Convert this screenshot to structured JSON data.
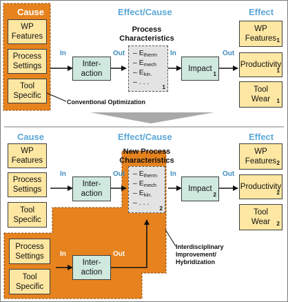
{
  "top": {
    "header_cause": "Cause",
    "header_effect_cause": "Effect/Cause",
    "header_effect": "Effect",
    "causes": [
      "WP\nFeatures",
      "Process\nSettings",
      "Tool\nSpecific"
    ],
    "interaction": "Inter-\naction",
    "in_label": "In",
    "out_label": "Out",
    "process_title": "Process\nCharacteristics",
    "process_items": [
      {
        "prefix": "– E",
        "sub": "therm"
      },
      {
        "prefix": "– E",
        "sub": "mech"
      },
      {
        "prefix": "– E",
        "sub": "kin."
      },
      {
        "prefix": "– . . .",
        "sub": ""
      }
    ],
    "process_index": "1",
    "impact": "Impact",
    "impact_index": "1",
    "in2_label": "In",
    "out2_label": "Out",
    "effects": [
      {
        "label": "WP\nFeatures",
        "index": "1"
      },
      {
        "label": "Productivity",
        "index": "1"
      },
      {
        "label": "Tool\nWear",
        "index": "1"
      }
    ],
    "note": "Conventional Optimization"
  },
  "bottom": {
    "header_cause": "Cause",
    "header_effect_cause": "Effect/Cause",
    "header_effect": "Effect",
    "causes": [
      "WP\nFeatures",
      "Process\nSettings",
      "Tool\nSpecific"
    ],
    "interaction": "Inter-\naction",
    "in_label": "In",
    "out_label": "Out",
    "process_title": "New Process\nCharacteristics",
    "process_items": [
      {
        "prefix": "– E",
        "sub": "therm"
      },
      {
        "prefix": "– E",
        "sub": "mech"
      },
      {
        "prefix": "– E",
        "sub": "kin."
      },
      {
        "prefix": "– . . .",
        "sub": ""
      }
    ],
    "process_index": "2",
    "impact": "Impact",
    "impact_index": "2",
    "in2_label": "In",
    "out2_label": "Out",
    "effects": [
      {
        "label": "WP\nFeatures",
        "index": "2"
      },
      {
        "label": "Productivity",
        "index": "2"
      },
      {
        "label": "Tool\nWear",
        "index": "2"
      }
    ],
    "extra_causes": [
      "Process\nSettings",
      "Tool\nSpecific"
    ],
    "extra_interaction": "Inter-\naction",
    "extra_in_label": "In",
    "extra_out_label": "Out",
    "note": "Interdisciplinary\nImprovement/\nHybridization"
  },
  "colors": {
    "orange": "#e6831e",
    "yellow_box": "#fde7a2",
    "green_box": "#cfe9df",
    "header_blue": "#5aa7d6",
    "label_blue": "#3f8dc0",
    "gray_box": "#e3e3e3"
  }
}
